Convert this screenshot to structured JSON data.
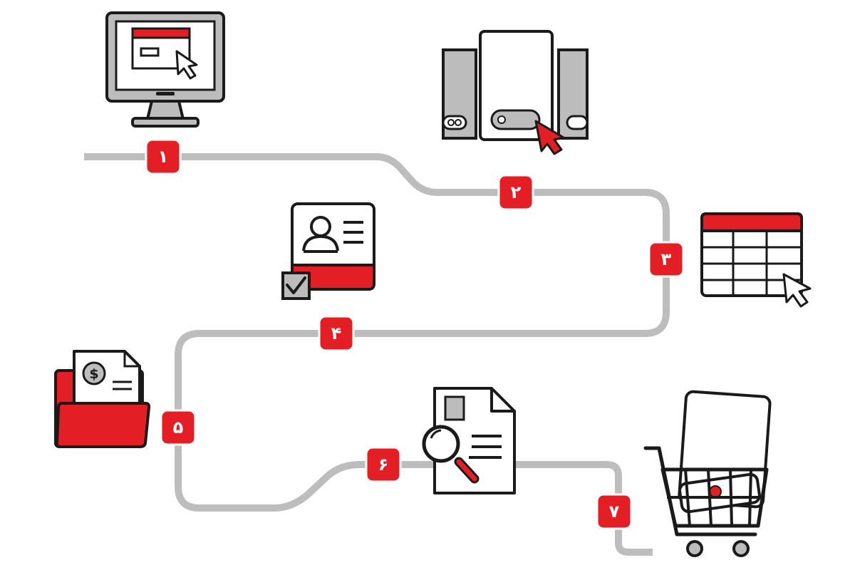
{
  "colors": {
    "accent": "#e31e24",
    "path": "#bdbdbd",
    "outline": "#1a1a1a",
    "icon_gray": "#bcbcbc",
    "background": "#ffffff"
  },
  "steps": [
    {
      "label": "۱",
      "icon": "monitor-icon"
    },
    {
      "label": "۲",
      "icon": "servers-icon"
    },
    {
      "label": "۳",
      "icon": "table-icon"
    },
    {
      "label": "۴",
      "icon": "profile-card-icon"
    },
    {
      "label": "۵",
      "icon": "invoice-folder-icon"
    },
    {
      "label": "۶",
      "icon": "document-search-icon"
    },
    {
      "label": "۷",
      "icon": "shopping-cart-icon"
    }
  ]
}
